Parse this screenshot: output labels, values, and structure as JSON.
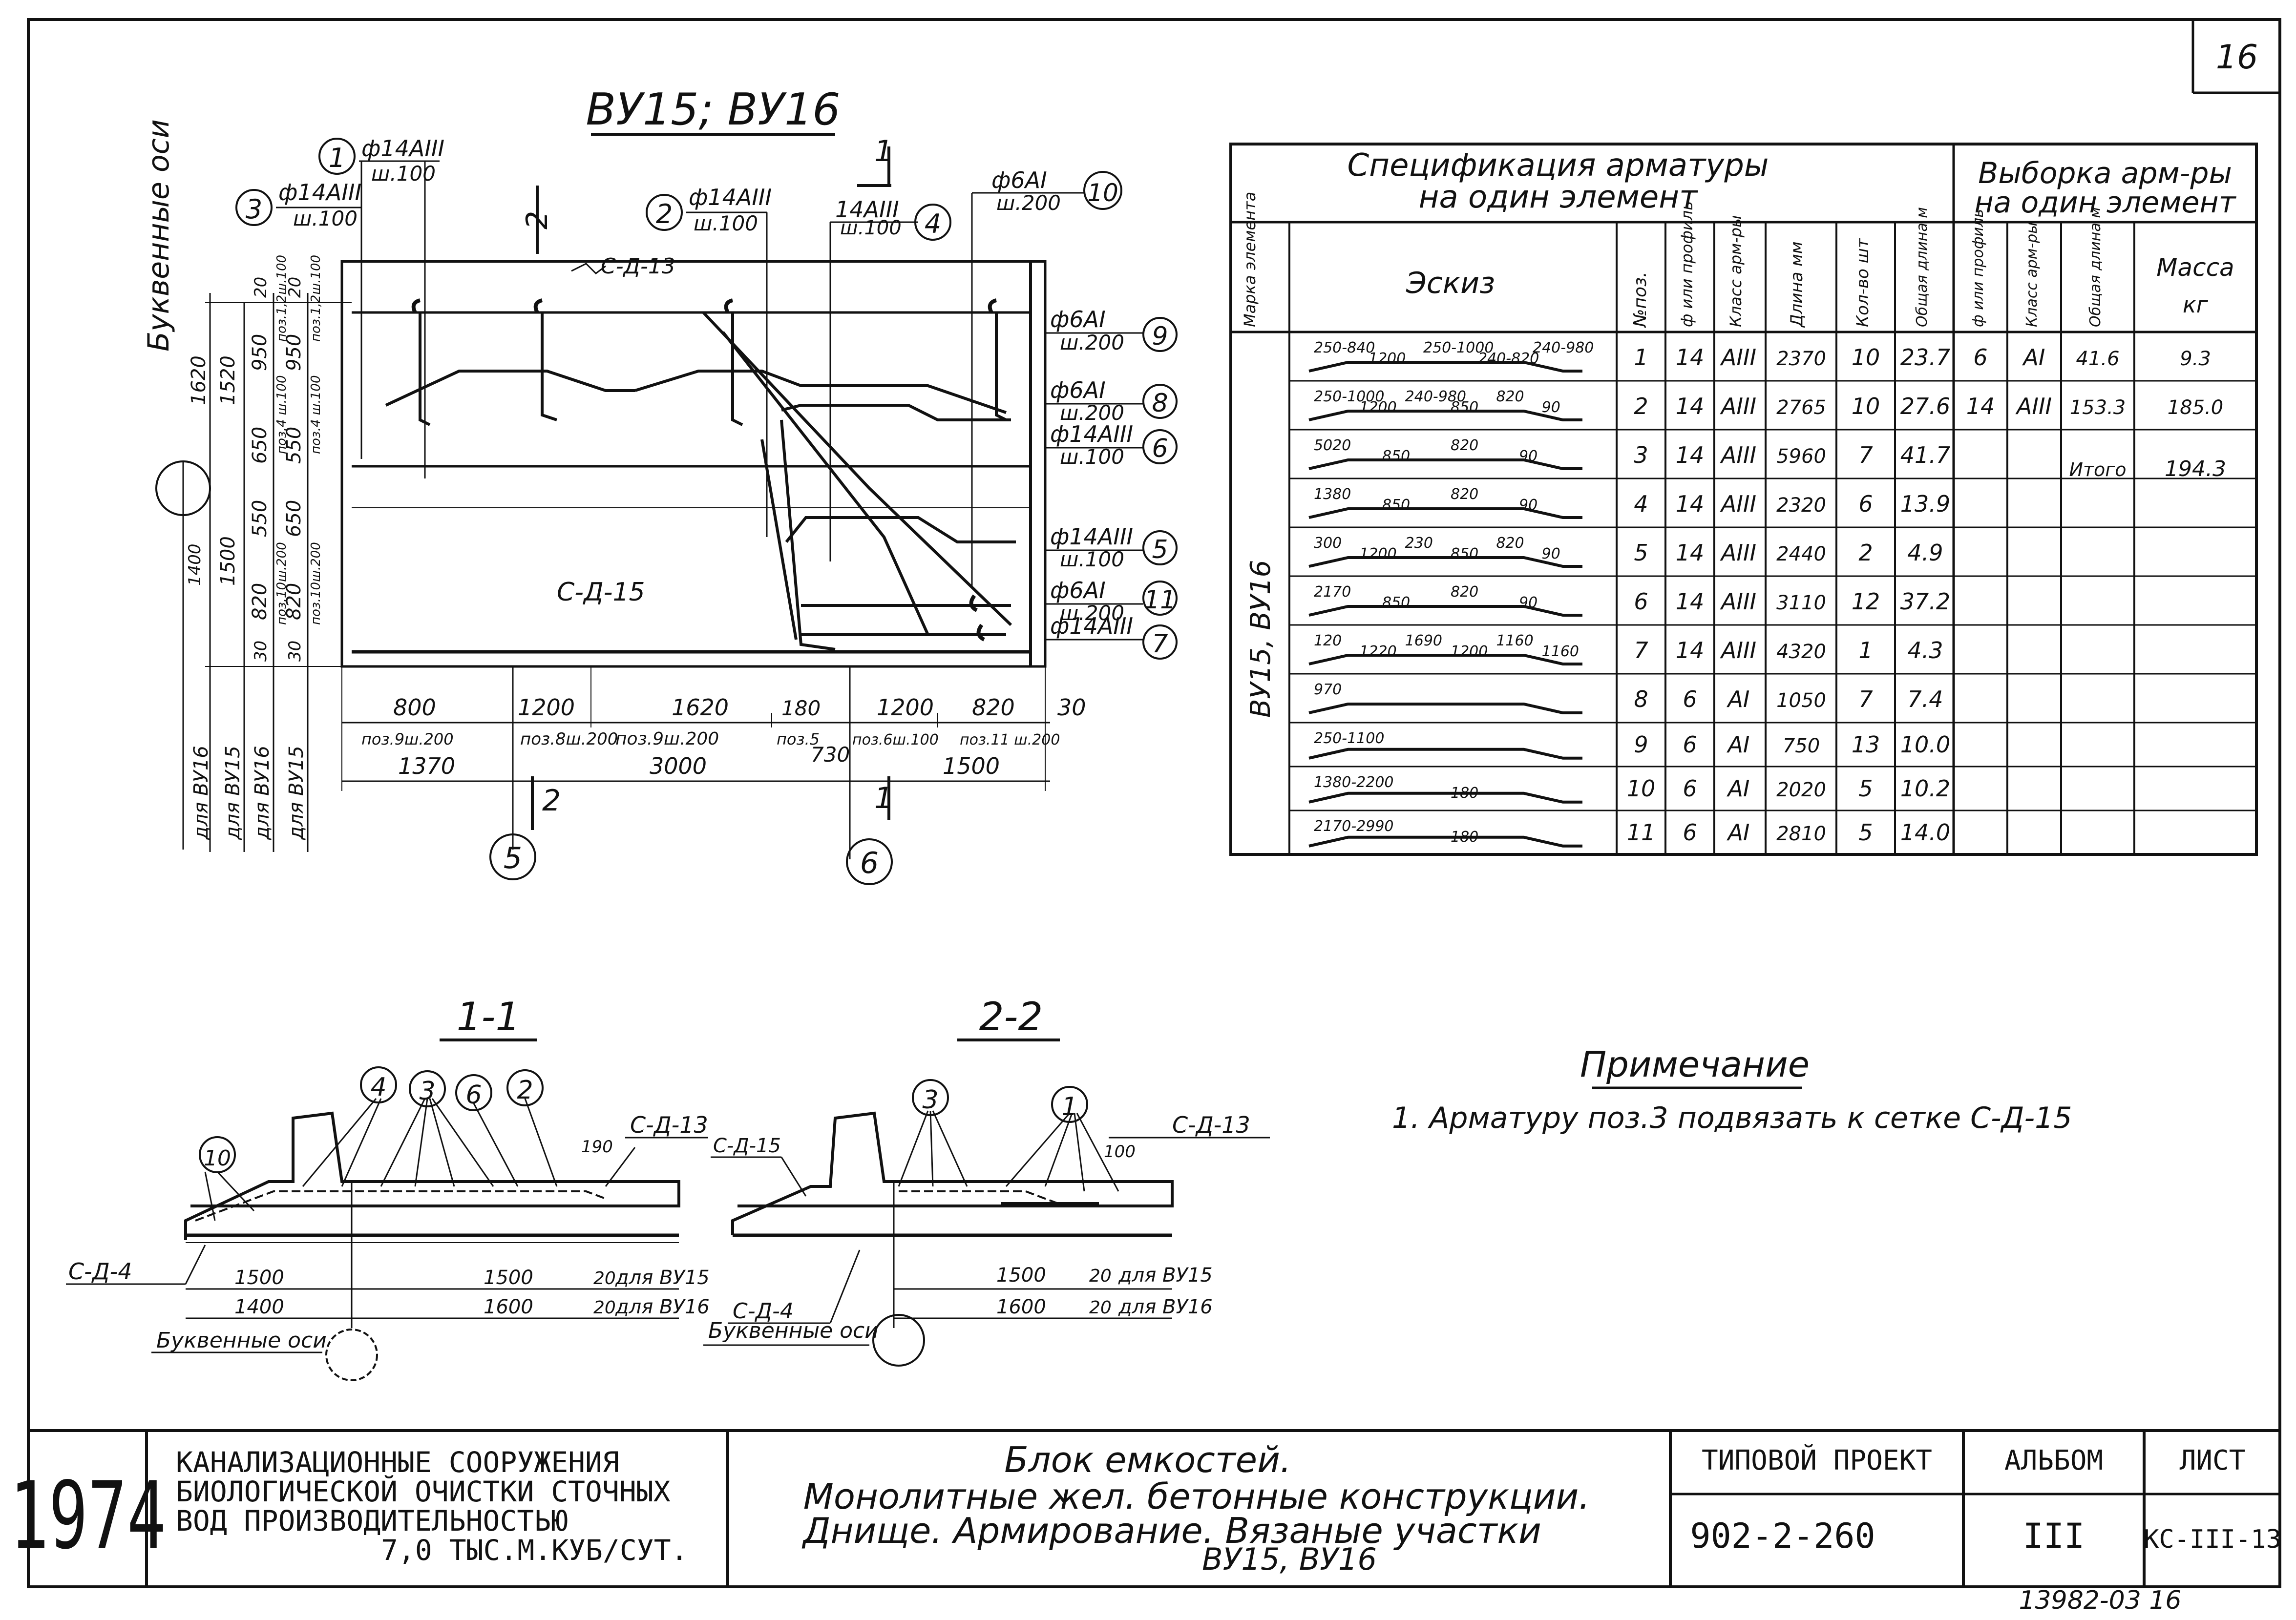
{
  "sheet_number": "16",
  "plan": {
    "title": "ВУ15; ВУ16",
    "leaders": [
      {
        "num": "1",
        "label": "ф14АIII",
        "sub": "ш.100"
      },
      {
        "num": "3",
        "label": "ф14АIII",
        "sub": "ш.100"
      },
      {
        "num": "2",
        "label": "ф14АIII",
        "sub": "ш.100"
      },
      {
        "num": "4",
        "label": "14АIII",
        "sub": "ш.100"
      },
      {
        "num": "10",
        "label": "ф6АI",
        "sub": "ш.200"
      }
    ],
    "right_leaders": [
      {
        "num": "9",
        "label": "ф6АI",
        "sub": "ш.200"
      },
      {
        "num": "8",
        "label": "ф6АI",
        "sub": "ш.200"
      },
      {
        "num": "6",
        "label": "ф14АIII",
        "sub": "ш.100"
      },
      {
        "num": "5",
        "label": "ф14АIII",
        "sub": "ш.100"
      },
      {
        "num": "11",
        "label": "ф6АI",
        "sub": "ш.200"
      },
      {
        "num": "7",
        "label": "ф14АIII",
        "sub": ""
      }
    ],
    "mesh_top": "С-Д-13",
    "mesh_main": "С-Д-15",
    "section_marks": [
      "1",
      "2",
      "1",
      "2"
    ],
    "axis_label": "Буквенные оси",
    "axis_5": "5",
    "axis_6": "6",
    "left_dims_outer": [
      "1620",
      "1520",
      "1400",
      "1500"
    ],
    "left_dims_mid": [
      "20",
      "950",
      "650",
      "550",
      "820",
      "30"
    ],
    "left_dims_inner": [
      "20",
      "950",
      "550",
      "650",
      "820",
      "30"
    ],
    "left_pos_notes": [
      "поз.1,2ш.100",
      "поз.4 ш.100",
      "поз.10ш.200",
      "поз.1,2ш.100",
      "поз.4 ш.100",
      "поз.10ш.200"
    ],
    "left_for": [
      "для ВУ16",
      "для ВУ15",
      "для ВУ16",
      "для ВУ15"
    ],
    "bottom_dims": [
      "800",
      "1200",
      "1620",
      "180",
      "1200",
      "820",
      "30"
    ],
    "bottom_notes": [
      "поз.9ш.200",
      "поз.8ш.200",
      "поз.9ш.200",
      "поз.5",
      "поз.6ш.100",
      "поз.11 ш.200"
    ],
    "bottom_totals": [
      "1370",
      "3000",
      "730",
      "1500"
    ]
  },
  "spec": {
    "title_line1": "Спецификация арматуры",
    "title_line2": "на один элемент",
    "sel_line1": "Выборка арм-ры",
    "sel_line2": "на один элемент",
    "headers": {
      "mark": "Марка элемента",
      "sketch": "Эскиз",
      "pos": "№поз.",
      "dia": "ф или профиль",
      "cls": "Класс арм-ры",
      "len": "Длина мм",
      "qty": "Кол-во шт",
      "total": "Общая длина м",
      "s_dia": "ф или профиль",
      "s_cls": "Класс арм-ры",
      "s_total": "Общая длина м",
      "mass": "Масса",
      "mass_unit": "кг"
    },
    "element_mark": "ВУ15, ВУ16",
    "rows": [
      {
        "pos": "1",
        "dia": "14",
        "cls": "АIII",
        "len": "2370",
        "qty": "10",
        "total": "23.7",
        "sketch": [
          "250-840",
          "1200",
          "250-1000",
          "240-820",
          "240-980"
        ]
      },
      {
        "pos": "2",
        "dia": "14",
        "cls": "АIII",
        "len": "2765",
        "qty": "10",
        "total": "27.6",
        "sketch": [
          "250-1000",
          "1200",
          "240-980",
          "850",
          "820",
          "90"
        ]
      },
      {
        "pos": "3",
        "dia": "14",
        "cls": "АIII",
        "len": "5960",
        "qty": "7",
        "total": "41.7",
        "sketch": [
          "5020",
          "850",
          "820",
          "90"
        ]
      },
      {
        "pos": "4",
        "dia": "14",
        "cls": "АIII",
        "len": "2320",
        "qty": "6",
        "total": "13.9",
        "sketch": [
          "1380",
          "850",
          "820",
          "90"
        ]
      },
      {
        "pos": "5",
        "dia": "14",
        "cls": "АIII",
        "len": "2440",
        "qty": "2",
        "total": "4.9",
        "sketch": [
          "300",
          "1200",
          "230",
          "850",
          "820",
          "90"
        ]
      },
      {
        "pos": "6",
        "dia": "14",
        "cls": "АIII",
        "len": "3110",
        "qty": "12",
        "total": "37.2",
        "sketch": [
          "2170",
          "850",
          "820",
          "90"
        ]
      },
      {
        "pos": "7",
        "dia": "14",
        "cls": "АIII",
        "len": "4320",
        "qty": "1",
        "total": "4.3",
        "sketch": [
          "120",
          "1220",
          "1690",
          "1200",
          "1160",
          "1160"
        ]
      },
      {
        "pos": "8",
        "dia": "6",
        "cls": "АI",
        "len": "1050",
        "qty": "7",
        "total": "7.4",
        "sketch": [
          "970"
        ]
      },
      {
        "pos": "9",
        "dia": "6",
        "cls": "АI",
        "len": "750",
        "qty": "13",
        "total": "10.0",
        "sketch": [
          "250-1100"
        ]
      },
      {
        "pos": "10",
        "dia": "6",
        "cls": "АI",
        "len": "2020",
        "qty": "5",
        "total": "10.2",
        "sketch": [
          "1380-2200",
          "180"
        ]
      },
      {
        "pos": "11",
        "dia": "6",
        "cls": "АI",
        "len": "2810",
        "qty": "5",
        "total": "14.0",
        "sketch": [
          "2170-2990",
          "180"
        ]
      }
    ],
    "selection": [
      {
        "dia": "6",
        "cls": "АI",
        "total": "41.6",
        "mass": "9.3"
      },
      {
        "dia": "14",
        "cls": "АIII",
        "total": "153.3",
        "mass": "185.0"
      }
    ],
    "total_label": "Итого",
    "total_mass": "194.3"
  },
  "sections": {
    "s11": {
      "title": "1-1",
      "bubbles": [
        "4",
        "3",
        "6",
        "2",
        "10"
      ],
      "mesh_right": "С-Д-13",
      "mesh_left": "С-Д-4",
      "dim_gap": "190",
      "dims_row1": [
        "1500",
        "1500",
        "20"
      ],
      "dims_row2": [
        "1400",
        "1600",
        "20"
      ],
      "for_row1": "для ВУ15",
      "for_row2": "для ВУ16",
      "axis": "Буквенные оси"
    },
    "s22": {
      "title": "2-2",
      "bubbles": [
        "3",
        "1"
      ],
      "mesh_top_left": "С-Д-15",
      "mesh_right": "С-Д-13",
      "mesh_left": "С-Д-4",
      "dim_gap": "100",
      "dims_row1": [
        "1500",
        "20"
      ],
      "dims_row2": [
        "1600",
        "20"
      ],
      "for_row1": "для ВУ15",
      "for_row2": "для ВУ16",
      "axis": "Буквенные оси"
    }
  },
  "note": {
    "title": "Примечание",
    "text": "1. Арматуру поз.3 подвязать к сетке С-Д-15"
  },
  "title_block": {
    "year": "1974",
    "org": [
      "КАНАЛИЗАЦИОННЫЕ СООРУЖЕНИЯ",
      "БИОЛОГИЧЕСКОЙ ОЧИСТКИ СТОЧНЫХ",
      "ВОД ПРОИЗВОДИТЕЛЬНОСТЬЮ",
      "7,0 ТЫС.М.КУБ/СУТ."
    ],
    "name": [
      "Блок емкостей.",
      "Монолитные жел. бетонные конструкции.",
      "Днище. Армирование. Вязаные участки",
      "ВУ15, ВУ16"
    ],
    "project_label": "ТИПОВОЙ ПРОЕКТ",
    "project_number": "902-2-260",
    "album_label": "АЛЬБОМ",
    "album_value": "III",
    "sheet_label": "ЛИСТ",
    "sheet_value": "КС-III-13",
    "stamp": "13982-03 16"
  }
}
